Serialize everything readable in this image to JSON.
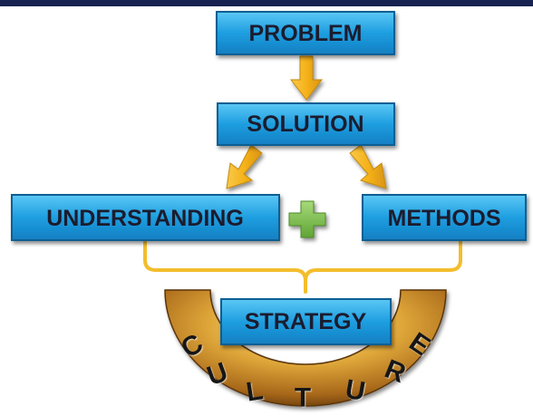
{
  "nodes": {
    "problem": "PROBLEM",
    "solution": "SOLUTION",
    "understanding": "UNDERSTANDING",
    "methods": "METHODS",
    "strategy": "STRATEGY"
  },
  "culture": {
    "word": "CULTURE",
    "letters": [
      "C",
      "U",
      "L",
      "T",
      "U",
      "R",
      "E"
    ]
  },
  "colors": {
    "box_fill": "#1e9ee0",
    "box_border": "#0b5f93",
    "arrow": "#f5b21a",
    "plus": "#7cc04a",
    "bracket": "#f3bd2d",
    "arc_light": "#f6cf63",
    "arc_dark": "#6b3f0b",
    "topbar": "#16224f"
  }
}
